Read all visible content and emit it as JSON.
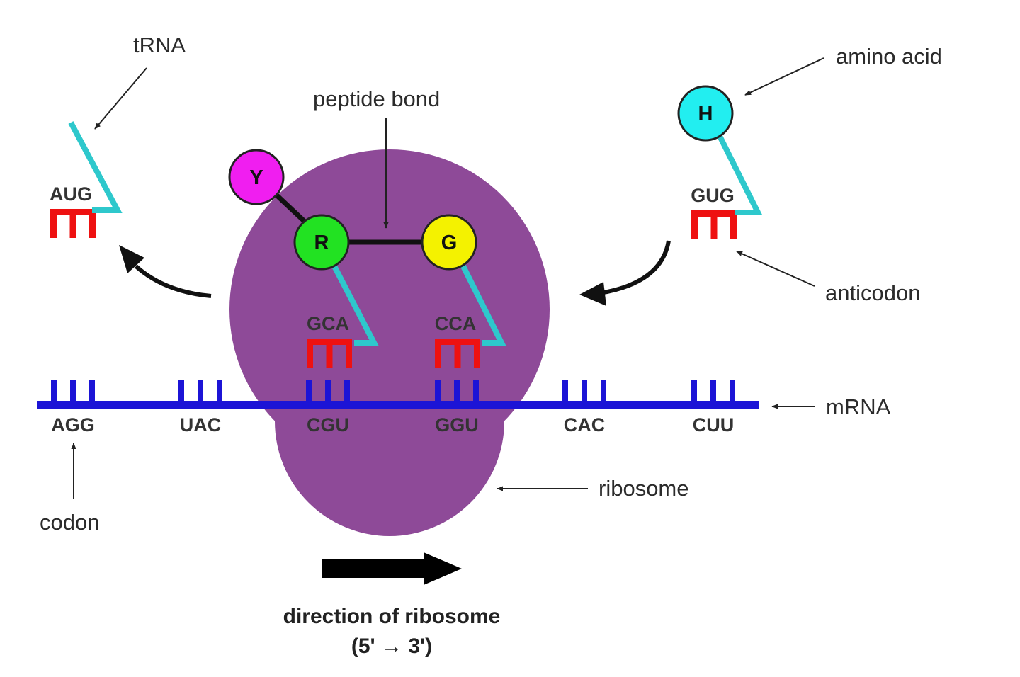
{
  "colors": {
    "ribosome": "#8e4a98",
    "mrna": "#1c14d6",
    "anticodon": "#ee1111",
    "trna": "#2ec8cc",
    "bond": "#111111",
    "amino_Y": "#f01ef0",
    "amino_R": "#22e222",
    "amino_G": "#f4f200",
    "amino_H": "#22eef0"
  },
  "labels": {
    "trna": "tRNA",
    "amino_acid": "amino acid",
    "peptide_bond": "peptide bond",
    "anticodon": "anticodon",
    "mrna": "mRNA",
    "ribosome": "ribosome",
    "codon": "codon",
    "direction": "direction of ribosome",
    "direction_sub": "(5' → 3')"
  },
  "codons": [
    "AGG",
    "UAC",
    "CGU",
    "GGU",
    "CAC",
    "CUU"
  ],
  "anticodons": {
    "leaving": "AUG",
    "site1": "GCA",
    "site2": "CCA",
    "incoming": "GUG"
  },
  "amino_acids": {
    "chain_start": "Y",
    "site1": "R",
    "site2": "G",
    "incoming": "H"
  }
}
